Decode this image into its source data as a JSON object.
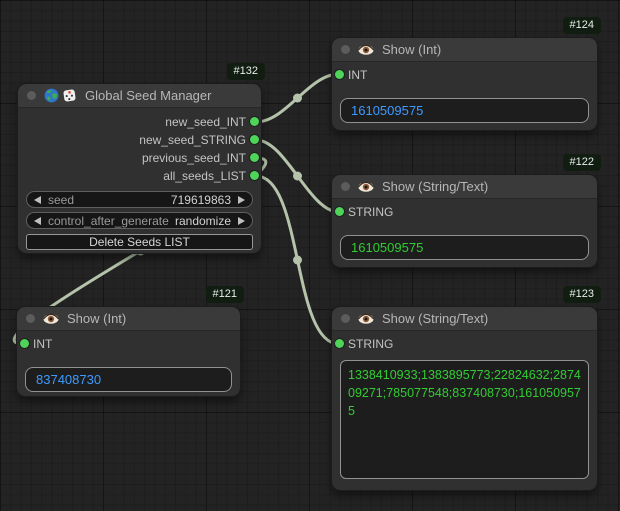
{
  "graph": {
    "colors": {
      "wire_color": "#b4c3a9",
      "port_color": "#4fd45a",
      "int_text_color": "#3d9bff",
      "string_text_color": "#33cc33",
      "badge_bg": "#111d11",
      "badge_text": "#e6efe6"
    },
    "links": [
      {
        "from_node": "#132",
        "from_slot": "new_seed_INT",
        "to_node": "#124",
        "to_slot": "INT"
      },
      {
        "from_node": "#132",
        "from_slot": "new_seed_STRING",
        "to_node": "#122",
        "to_slot": "STRING"
      },
      {
        "from_node": "#132",
        "from_slot": "previous_seed_INT",
        "to_node": "#121",
        "to_slot": "INT"
      },
      {
        "from_node": "#132",
        "from_slot": "all_seeds_LIST",
        "to_node": "#123",
        "to_slot": "STRING"
      }
    ]
  },
  "nodes": [
    {
      "id": "#132",
      "title": "Global Seed Manager",
      "icons": [
        "globe-icon",
        "dice-icon"
      ],
      "outputs": [
        {
          "name": "new_seed_INT"
        },
        {
          "name": "new_seed_STRING"
        },
        {
          "name": "previous_seed_INT"
        },
        {
          "name": "all_seeds_LIST"
        }
      ],
      "widgets": [
        {
          "type": "combo",
          "label": "seed",
          "value": "719619863"
        },
        {
          "type": "combo",
          "label": "control_after_generate",
          "value": "randomize"
        },
        {
          "type": "button",
          "label": "Delete Seeds LIST"
        }
      ]
    },
    {
      "id": "#124",
      "title": "Show (Int)",
      "icons": [
        "eye-icon"
      ],
      "inputs": [
        {
          "name": "INT"
        }
      ],
      "field": {
        "value": "1610509575",
        "value_type": "int"
      }
    },
    {
      "id": "#122",
      "title": "Show (String/Text)",
      "icons": [
        "eye-icon"
      ],
      "inputs": [
        {
          "name": "STRING"
        }
      ],
      "field": {
        "value": "1610509575",
        "value_type": "string"
      }
    },
    {
      "id": "#121",
      "title": "Show (Int)",
      "icons": [
        "eye-icon"
      ],
      "inputs": [
        {
          "name": "INT"
        }
      ],
      "field": {
        "value": "837408730",
        "value_type": "int"
      }
    },
    {
      "id": "#123",
      "title": "Show (String/Text)",
      "icons": [
        "eye-icon"
      ],
      "inputs": [
        {
          "name": "STRING"
        }
      ],
      "field": {
        "value": "1338410933;1383895773;22824632;287409271;785077548;837408730;1610509575",
        "value_type": "string"
      }
    }
  ]
}
